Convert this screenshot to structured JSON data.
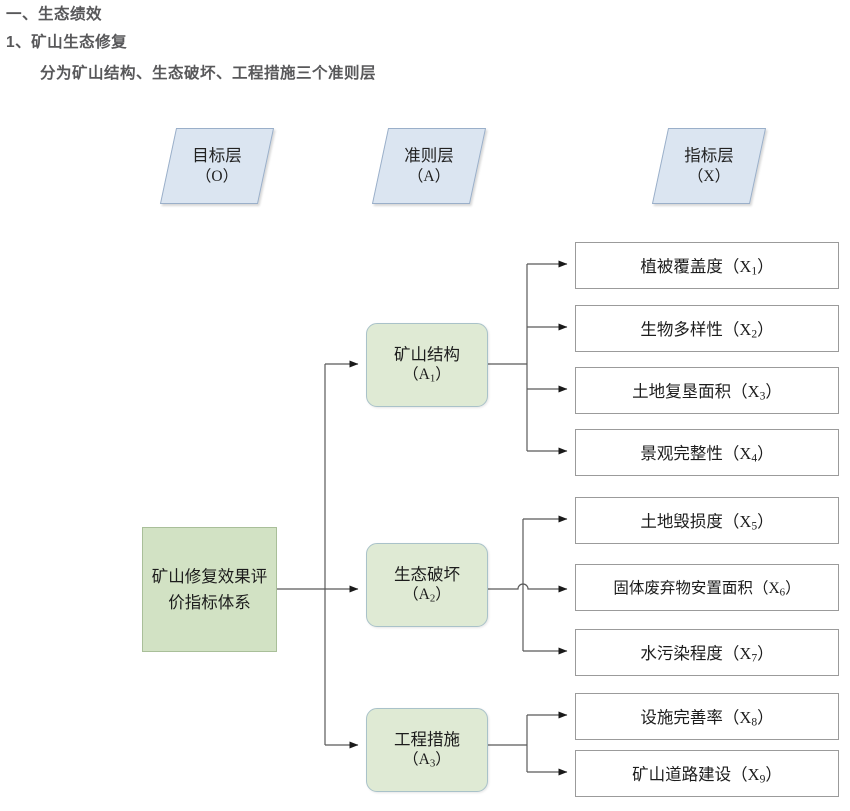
{
  "heading": {
    "line1": "一、生态绩效",
    "line2": "1、矿山生态修复",
    "line3": "分为矿山结构、生态破坏、工程措施三个准则层"
  },
  "layer_headers": [
    {
      "name": "goal-layer",
      "title": "目标层",
      "code": "（O）"
    },
    {
      "name": "criteria-layer",
      "title": "准则层",
      "code": "（A）"
    },
    {
      "name": "indicator-layer",
      "title": "指标层",
      "code": "（X）"
    }
  ],
  "goal": {
    "label": "矿山修复效果评价指标体系"
  },
  "criteria": [
    {
      "id": "A1",
      "title": "矿山结构",
      "code": "（A",
      "sub": "1",
      "code_end": "）"
    },
    {
      "id": "A2",
      "title": "生态破坏",
      "code": "（A",
      "sub": "2",
      "code_end": "）"
    },
    {
      "id": "A3",
      "title": "工程措施",
      "code": "（A",
      "sub": "3",
      "code_end": "）"
    }
  ],
  "indicators": [
    {
      "id": "X1",
      "parent": "A1",
      "title": "植被覆盖度",
      "code_open": "（X",
      "sub": "1",
      "code_close": "）"
    },
    {
      "id": "X2",
      "parent": "A1",
      "title": "生物多样性",
      "code_open": "（X",
      "sub": "2",
      "code_close": "）"
    },
    {
      "id": "X3",
      "parent": "A1",
      "title": "土地复垦面积",
      "code_open": "（X",
      "sub": "3",
      "code_close": "）"
    },
    {
      "id": "X4",
      "parent": "A1",
      "title": "景观完整性",
      "code_open": "（X",
      "sub": "4",
      "code_close": "）"
    },
    {
      "id": "X5",
      "parent": "A2",
      "title": "土地毁损度",
      "code_open": "（X",
      "sub": "5",
      "code_close": "）"
    },
    {
      "id": "X6",
      "parent": "A2",
      "title": "固体废弃物安置面积",
      "code_open": "（X",
      "sub": "6",
      "code_close": "）"
    },
    {
      "id": "X7",
      "parent": "A2",
      "title": "水污染程度",
      "code_open": "（X",
      "sub": "7",
      "code_close": "）"
    },
    {
      "id": "X8",
      "parent": "A3",
      "title": "设施完善率",
      "code_open": "（X",
      "sub": "8",
      "code_close": "）"
    },
    {
      "id": "X9",
      "parent": "A3",
      "title": "矿山道路建设",
      "code_open": "（X",
      "sub": "9",
      "code_close": "）"
    }
  ],
  "colors": {
    "heading_text": "#58585a",
    "layer_header_fill": "#dbe5f1",
    "layer_header_stroke": "#9aafc9",
    "goal_fill": "#d2e2c4",
    "goal_stroke": "#a9bf99",
    "criteria_fill": "#dfead4",
    "criteria_stroke": "#a9c2c9",
    "indicator_fill": "#ffffff",
    "indicator_stroke": "#9b9b9b",
    "connector": "#595959",
    "page_background": "#ffffff"
  }
}
